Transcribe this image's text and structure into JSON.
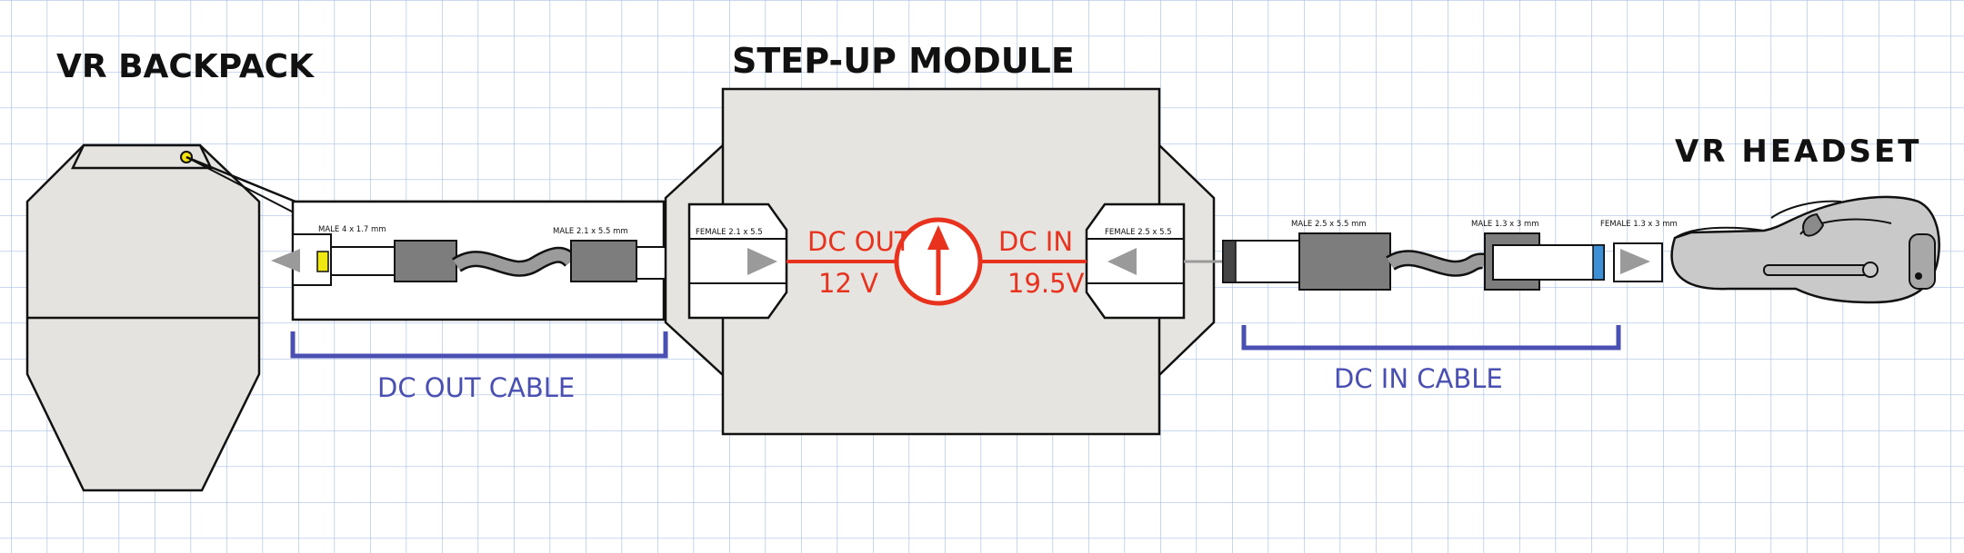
{
  "labels": {
    "backpack": "VR BACKPACK",
    "module": "STEP-UP MODULE",
    "headset": "VR HEADSET"
  },
  "connectors": {
    "male_4x17": "MALE 4 x 1.7 mm",
    "male_21x55": "MALE 2.1 x 5.5 mm",
    "female_21x55": "FEMALE 2.1 x 5.5",
    "female_25x55": "FEMALE 2.5 x 5.5",
    "male_25x55": "MALE 2.5 x 5.5 mm",
    "male_13x3": "MALE 1.3 x 3 mm",
    "female_13x3": "FEMALE 1.3 x 3 mm"
  },
  "module": {
    "dc_out_label": "DC OUT",
    "dc_out_voltage": "12 V",
    "dc_in_label": "DC IN",
    "dc_in_voltage": "19.5V"
  },
  "cables": {
    "dc_out": "DC OUT CABLE",
    "dc_in": "DC IN CABLE"
  },
  "colors": {
    "grid": "#a9c0e6",
    "module_fill": "#e5e4e0",
    "accent_red": "#e8321e",
    "accent_blue": "#4a4fb2",
    "plug_gray": "#7d7d7d",
    "connector_blue": "#3d90d6",
    "connector_yellow": "#f0e812"
  }
}
